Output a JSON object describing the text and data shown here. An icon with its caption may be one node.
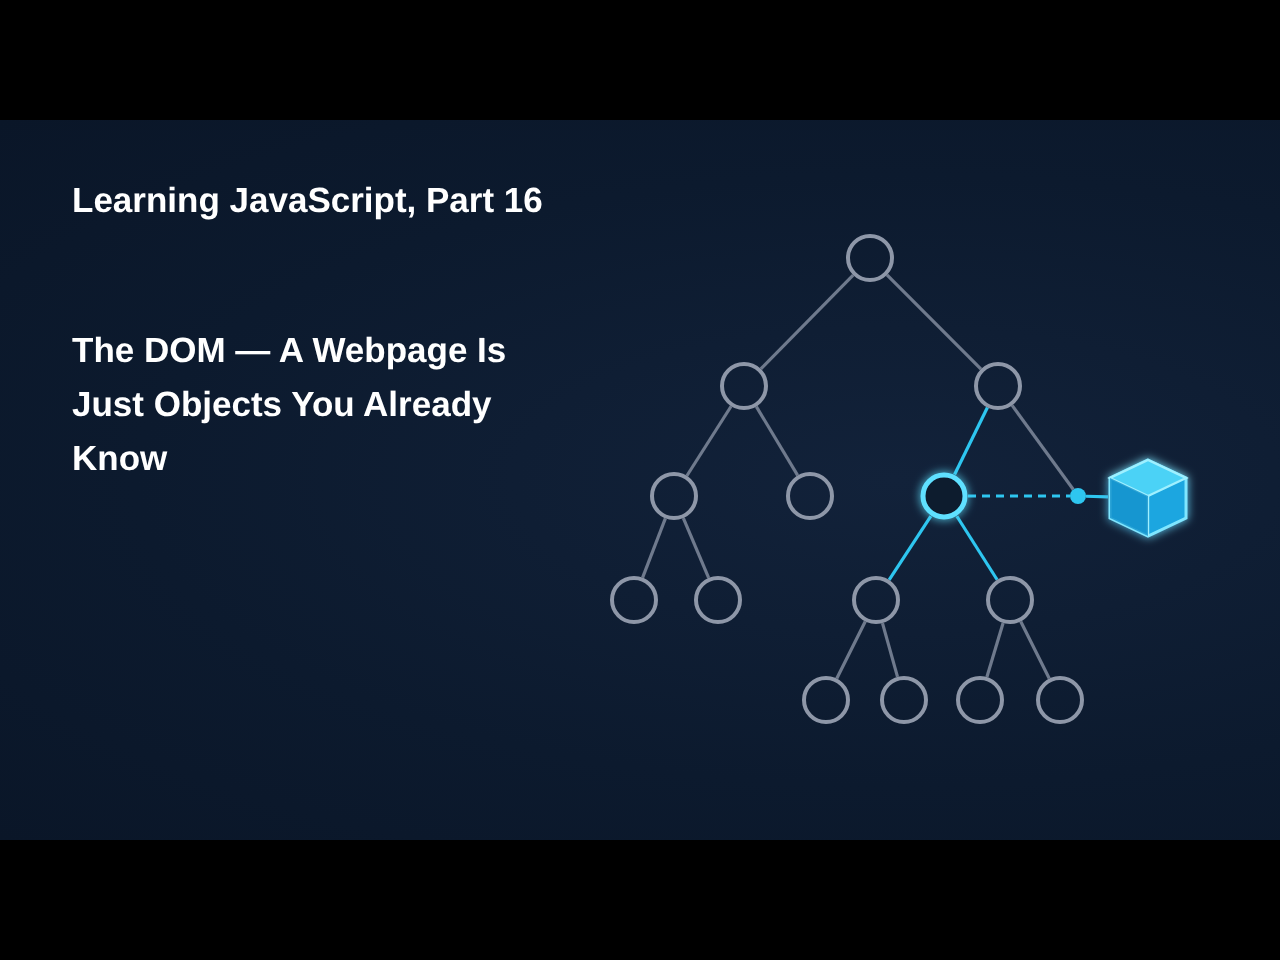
{
  "diagram": {
    "title": "The DOM — A Webpage Is Just Objects You Already Know",
    "nodes": [
      {
        "text": [],
        "shape": "circle"
      },
      {
        "text": [],
        "shape": "circle"
      },
      {
        "text": [],
        "shape": "circle"
      },
      {
        "text": [],
        "shape": "circle"
      },
      {
        "text": [],
        "shape": "circle"
      },
      {
        "text": [],
        "shape": "circle"
      },
      {
        "text": [],
        "shape": "circle"
      },
      {
        "text": [],
        "shape": "circle"
      },
      {
        "text": [],
        "shape": "circle"
      },
      {
        "text": [],
        "shape": "circle"
      },
      {
        "text": [],
        "shape": "circle"
      },
      {
        "text": [],
        "shape": "circle"
      },
      {
        "text": [],
        "shape": "circle"
      },
      {
        "text": [],
        "shape": "circle"
      },
      {
        "text": [],
        "shape": "circle"
      },
      {
        "text": [],
        "shape": "cube"
      }
    ],
    "edges": [
      {
        "from": 0,
        "to": 1,
        "arrow": "none"
      },
      {
        "from": 0,
        "to": 2,
        "arrow": "none"
      },
      {
        "from": 1,
        "to": 3,
        "arrow": "none"
      },
      {
        "from": 1,
        "to": 4,
        "arrow": "none"
      },
      {
        "from": 2,
        "to": 5,
        "arrow": "none",
        "color": "#2ec6f0"
      },
      {
        "from": 2,
        "to": 14,
        "arrow": "none"
      },
      {
        "from": 3,
        "to": 6,
        "arrow": "none"
      },
      {
        "from": 3,
        "to": 7,
        "arrow": "none"
      },
      {
        "from": 5,
        "to": 8,
        "arrow": "none",
        "color": "#2ec6f0"
      },
      {
        "from": 5,
        "to": 9,
        "arrow": "none",
        "color": "#2ec6f0"
      },
      {
        "from": 8,
        "to": 10,
        "arrow": "none"
      },
      {
        "from": 8,
        "to": 11,
        "arrow": "none"
      },
      {
        "from": 9,
        "to": 12,
        "arrow": "none"
      },
      {
        "from": 9,
        "to": 13,
        "arrow": "none"
      },
      {
        "from": 5,
        "to": 14,
        "arrow": "none",
        "style": "dashed",
        "color": "#2ec6f0"
      },
      {
        "from": 14,
        "to": 15,
        "arrow": "none",
        "color": "#2ec6f0"
      }
    ],
    "labels": [
      "Learning JavaScript, Part 16"
    ]
  }
}
